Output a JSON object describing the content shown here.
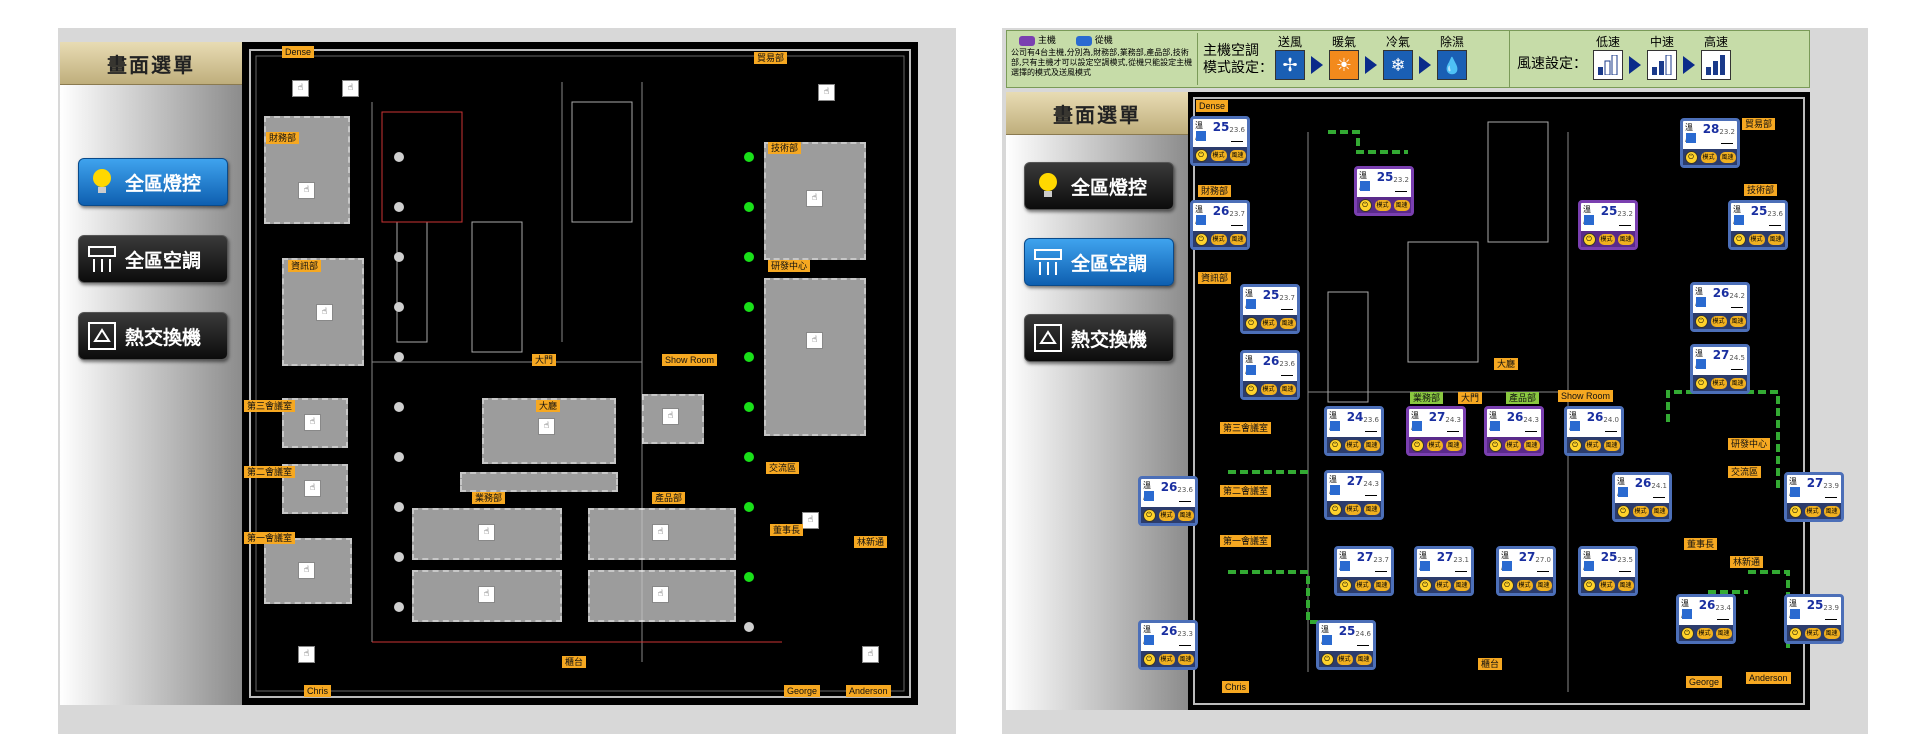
{
  "left": {
    "menu_title": "畫面選單",
    "buttons": [
      {
        "label": "全區燈控",
        "icon": "light-bulb-icon",
        "active": true
      },
      {
        "label": "全區空調",
        "icon": "air-conditioner-icon",
        "active": false
      },
      {
        "label": "熱交換機",
        "icon": "heat-exchanger-icon",
        "active": false
      }
    ],
    "map_labels": [
      "Dense",
      "財務部",
      "資訊部",
      "第三會議室",
      "第二會議室",
      "第一會議室",
      "Chris",
      "大門",
      "Show Room",
      "大廳",
      "業務部",
      "產品部",
      "技術部",
      "研發中心",
      "交流區",
      "董事長",
      "林新通",
      "貿易部",
      "George",
      "Anderson",
      "櫃台"
    ]
  },
  "right": {
    "legend": {
      "master": "主機",
      "slave": "從機",
      "master_color": "#7a3fb0",
      "slave_color": "#2a6ad0"
    },
    "description": "公司有4台主機,分別為,財務部,業務部,產品部,技術部,只有主機才可以設定空調模式,從機只能設定主機選擇的模式及送風模式",
    "mode_label_1": "主機空調",
    "mode_label_2": "模式設定：",
    "modes": [
      {
        "label": "送風",
        "icon": "fan-icon"
      },
      {
        "label": "暖氣",
        "icon": "sun-icon"
      },
      {
        "label": "冷氣",
        "icon": "snowflake-icon"
      },
      {
        "label": "除濕",
        "icon": "water-drop-icon"
      }
    ],
    "wind_label": "風速設定：",
    "speeds": [
      {
        "label": "低速",
        "level": 1
      },
      {
        "label": "中速",
        "level": 2
      },
      {
        "label": "高速",
        "level": 3
      }
    ],
    "menu_title": "畫面選單",
    "buttons": [
      {
        "label": "全區燈控",
        "icon": "light-bulb-icon",
        "active": false
      },
      {
        "label": "全區空調",
        "icon": "air-conditioner-icon",
        "active": true
      },
      {
        "label": "熱交換機",
        "icon": "heat-exchanger-icon",
        "active": false
      }
    ],
    "ac_common": {
      "temp_label": "溫度",
      "mode_btn": "模式",
      "speed_btn": "風速",
      "power": "⏻"
    },
    "acs": [
      {
        "set": "25",
        "cur": "23.6"
      },
      {
        "set": "25",
        "cur": "23.2"
      },
      {
        "set": "26",
        "cur": "23.7"
      },
      {
        "set": "25",
        "cur": "23.2"
      },
      {
        "set": "28",
        "cur": "23.2"
      },
      {
        "set": "25",
        "cur": "23.6"
      },
      {
        "set": "25",
        "cur": "23.7"
      },
      {
        "set": "26",
        "cur": "23.6"
      },
      {
        "set": "26",
        "cur": "24.2"
      },
      {
        "set": "27",
        "cur": "24.5"
      },
      {
        "set": "24",
        "cur": "23.6"
      },
      {
        "set": "27",
        "cur": "24.3"
      },
      {
        "set": "26",
        "cur": "24.3"
      },
      {
        "set": "26",
        "cur": "24.0"
      },
      {
        "set": "26",
        "cur": "23.6"
      },
      {
        "set": "27",
        "cur": "24.3"
      },
      {
        "set": "26",
        "cur": "24.1"
      },
      {
        "set": "27",
        "cur": "23.9"
      },
      {
        "set": "27",
        "cur": "23.7"
      },
      {
        "set": "27",
        "cur": "23.1"
      },
      {
        "set": "27",
        "cur": "27.0"
      },
      {
        "set": "25",
        "cur": "23.5"
      },
      {
        "set": "26",
        "cur": "23.3"
      },
      {
        "set": "25",
        "cur": "24.6"
      },
      {
        "set": "26",
        "cur": "23.4"
      },
      {
        "set": "25",
        "cur": "23.9"
      }
    ],
    "map_labels": [
      "Dense",
      "財務部",
      "資訊部",
      "第三會議室",
      "第二會議室",
      "第一會議室",
      "Chris",
      "業務部",
      "大門",
      "產品部",
      "Show Room",
      "大廳",
      "技術部",
      "研發中心",
      "交流區",
      "董事長",
      "林新通",
      "貿易部",
      "George",
      "Anderson",
      "櫃台"
    ]
  }
}
